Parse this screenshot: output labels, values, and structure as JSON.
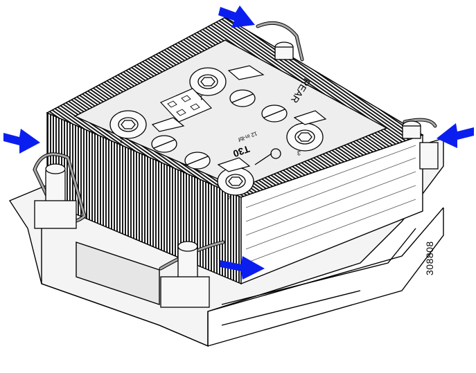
{
  "figure": {
    "figure_number": "308808",
    "heatsink_label_rear": "REAR",
    "heatsink_label_torque": "T30",
    "heatsink_label_torque_value": "12 in-lbf",
    "screw_sequence_numbers": [
      "1",
      "2",
      "3",
      "4"
    ]
  },
  "colors": {
    "arrow": "#0b1ef0",
    "line": "#000000",
    "fin_light": "#ffffff",
    "fin_dark": "#1a1a1a",
    "plate": "#e8e8e8",
    "frame": "#f2f2f2",
    "wire": "#9a9a9a"
  },
  "icons": [
    "right-arrow-icon",
    "left-arrow-icon",
    "screw-icon",
    "torque-wrench-icon"
  ]
}
